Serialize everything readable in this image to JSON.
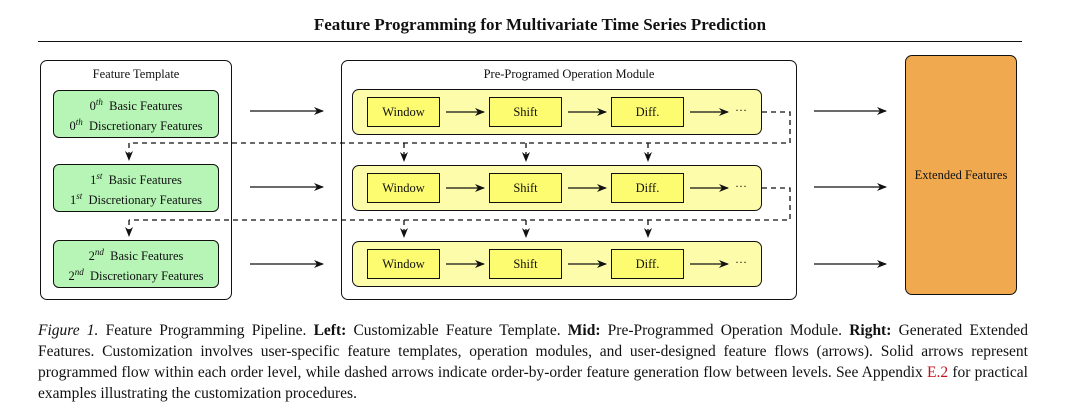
{
  "paper": {
    "title": "Feature Programming for Multivariate Time Series Prediction"
  },
  "diagram": {
    "template_panel": {
      "label": "Feature Template",
      "rows": [
        {
          "basic_ord": "0",
          "basic_sup": "th",
          "basic_text": "Basic Features",
          "disc_ord": "0",
          "disc_sup": "th",
          "disc_text": "Discretionary Features"
        },
        {
          "basic_ord": "1",
          "basic_sup": "st",
          "basic_text": "Basic Features",
          "disc_ord": "1",
          "disc_sup": "st",
          "disc_text": "Discretionary Features"
        },
        {
          "basic_ord": "2",
          "basic_sup": "nd",
          "basic_text": "Basic Features",
          "disc_ord": "2",
          "disc_sup": "nd",
          "disc_text": "Discretionary Features"
        }
      ]
    },
    "operation_panel": {
      "label": "Pre-Programed Operation Module",
      "operations": [
        "Window",
        "Shift",
        "Diff.",
        "···"
      ]
    },
    "output": {
      "label": "Extended Features"
    },
    "colors": {
      "feature_box": "#b6f5b6",
      "operation_row": "#fdfcaa",
      "operation_box": "#fdfb6f",
      "extended_box": "#f0a94e"
    }
  },
  "caption": {
    "figure_label": "Figure 1.",
    "text1": " Feature Programming Pipeline. ",
    "left_label": "Left:",
    "left_text": " Customizable Feature Template. ",
    "mid_label": "Mid:",
    "mid_text": " Pre-Programmed Operation Module. ",
    "right_label": "Right:",
    "right_text": " Generated Extended Features. Customization involves user-specific feature templates, operation modules, and user-designed feature flows (arrows). Solid arrows represent programmed flow within each order level, while dashed arrows indicate order-by-order feature generation flow between levels. See Appendix ",
    "appendix_ref": "E.2",
    "end_text": " for practical examples illustrating the customization procedures."
  }
}
